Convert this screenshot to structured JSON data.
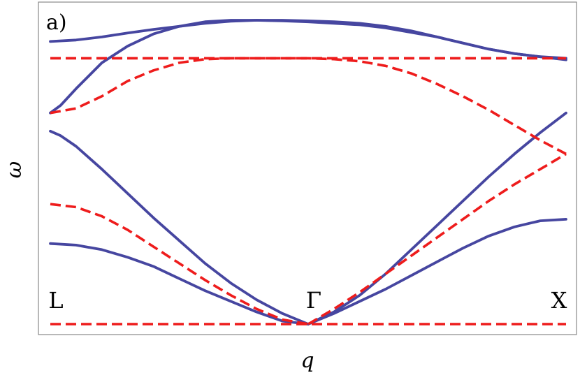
{
  "chart_data": {
    "type": "line",
    "panel_label": "a)",
    "xlabel": "q",
    "ylabel": "ω",
    "x_ticks": [
      {
        "label": "L",
        "x": -1
      },
      {
        "label": "Γ",
        "x": 0
      },
      {
        "label": "X",
        "x": 1
      }
    ],
    "xlim": [
      -1,
      1
    ],
    "ylim": [
      0,
      1
    ],
    "grid": false,
    "colors": {
      "solid": "#4646a0",
      "dashed": "#ee1c1c",
      "frame": "#888888"
    },
    "series": [
      {
        "style": "solid",
        "x": [
          -1,
          -0.9,
          -0.8,
          -0.7,
          -0.6,
          -0.5,
          -0.4,
          -0.3,
          -0.2,
          -0.1,
          0,
          0.1,
          0.2,
          0.3,
          0.4,
          0.5,
          0.6,
          0.7,
          0.8,
          0.9,
          1
        ],
        "y": [
          0.93,
          0.935,
          0.945,
          0.958,
          0.97,
          0.98,
          0.99,
          0.997,
          1.0,
          1.0,
          0.998,
          0.995,
          0.99,
          0.98,
          0.965,
          0.945,
          0.925,
          0.905,
          0.89,
          0.88,
          0.875
        ]
      },
      {
        "style": "solid",
        "x": [
          -1,
          -0.96,
          -0.9,
          -0.8,
          -0.7,
          -0.6,
          -0.5,
          -0.4,
          -0.3,
          -0.2,
          -0.1,
          0,
          0.1,
          0.2,
          0.3,
          0.4,
          0.5,
          0.6,
          0.7,
          0.8,
          0.9,
          1
        ],
        "y": [
          0.695,
          0.72,
          0.775,
          0.86,
          0.915,
          0.955,
          0.98,
          0.995,
          1.0,
          1.0,
          0.998,
          0.995,
          0.99,
          0.985,
          0.975,
          0.96,
          0.945,
          0.925,
          0.905,
          0.89,
          0.88,
          0.87
        ]
      },
      {
        "style": "solid",
        "x": [
          -1,
          -0.96,
          -0.9,
          -0.8,
          -0.7,
          -0.6,
          -0.5,
          -0.4,
          -0.3,
          -0.2,
          -0.1,
          0
        ],
        "y": [
          0.635,
          0.62,
          0.585,
          0.51,
          0.43,
          0.35,
          0.275,
          0.2,
          0.135,
          0.08,
          0.035,
          0
        ]
      },
      {
        "style": "solid",
        "x": [
          -1,
          -0.9,
          -0.8,
          -0.7,
          -0.6,
          -0.5,
          -0.4,
          -0.3,
          -0.2,
          -0.1,
          0
        ],
        "y": [
          0.265,
          0.26,
          0.245,
          0.22,
          0.19,
          0.15,
          0.11,
          0.075,
          0.04,
          0.01,
          0
        ]
      },
      {
        "style": "solid",
        "x": [
          0,
          0.1,
          0.2,
          0.3,
          0.4,
          0.5,
          0.6,
          0.7,
          0.8,
          0.9,
          1
        ],
        "y": [
          0,
          0.04,
          0.095,
          0.165,
          0.245,
          0.325,
          0.405,
          0.485,
          0.56,
          0.63,
          0.695
        ]
      },
      {
        "style": "solid",
        "x": [
          0,
          0.1,
          0.2,
          0.3,
          0.4,
          0.5,
          0.6,
          0.7,
          0.8,
          0.9,
          1
        ],
        "y": [
          0,
          0.035,
          0.075,
          0.115,
          0.16,
          0.205,
          0.25,
          0.29,
          0.32,
          0.34,
          0.345
        ]
      },
      {
        "style": "dashed",
        "x": [
          -1,
          1
        ],
        "y": [
          0.875,
          0.875
        ]
      },
      {
        "style": "dashed",
        "x": [
          -1,
          -0.9,
          -0.8,
          -0.7,
          -0.6,
          -0.5,
          -0.4,
          -0.3,
          -0.2,
          -0.1,
          0,
          0.1,
          0.2,
          0.3,
          0.4,
          0.5,
          0.6,
          0.7,
          0.8,
          0.9,
          1
        ],
        "y": [
          0.695,
          0.71,
          0.75,
          0.8,
          0.835,
          0.86,
          0.872,
          0.875,
          0.875,
          0.875,
          0.875,
          0.872,
          0.865,
          0.85,
          0.825,
          0.79,
          0.75,
          0.705,
          0.655,
          0.605,
          0.56
        ]
      },
      {
        "style": "dashed",
        "x": [
          -1,
          -0.9,
          -0.8,
          -0.7,
          -0.6,
          -0.5,
          -0.4,
          -0.3,
          -0.2,
          -0.1,
          0
        ],
        "y": [
          0.395,
          0.385,
          0.355,
          0.31,
          0.255,
          0.2,
          0.145,
          0.095,
          0.05,
          0.015,
          0
        ]
      },
      {
        "style": "dashed",
        "x": [
          0,
          0.1,
          0.2,
          0.3,
          0.4,
          0.5,
          0.6,
          0.7,
          0.8,
          0.9,
          1
        ],
        "y": [
          0,
          0.05,
          0.105,
          0.165,
          0.225,
          0.285,
          0.345,
          0.405,
          0.46,
          0.51,
          0.56
        ]
      },
      {
        "style": "dashed",
        "x": [
          -1,
          1
        ],
        "y": [
          0,
          0
        ]
      }
    ]
  }
}
